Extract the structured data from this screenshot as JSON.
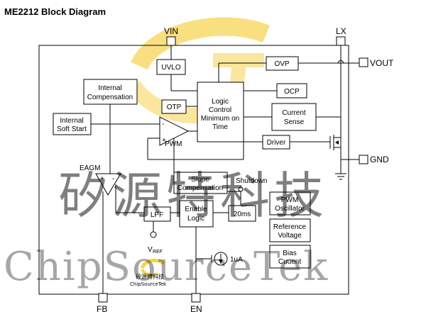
{
  "title": "ME2212 Block Diagram",
  "pins": {
    "vin": "VIN",
    "lx": "LX",
    "vout": "VOUT",
    "gnd": "GND",
    "fb": "FB",
    "en": "EN"
  },
  "blocks": {
    "uvlo": "UVLO",
    "ovp": "OVP",
    "ocp": "OCP",
    "otp": "OTP",
    "logic_control": [
      "Logic",
      "Control",
      "Minimum on",
      "Time"
    ],
    "internal_compensation": [
      "Internal",
      "Compensation"
    ],
    "internal_soft_start": [
      "Internal",
      "Soft Start"
    ],
    "current_sense": [
      "Current",
      "Sense"
    ],
    "driver": "Driver",
    "pwm_comparator": "PWM",
    "eagm": "EAGM",
    "slope_compensation": [
      "Slope",
      "Compensation"
    ],
    "shutdown": "Shutdown",
    "delay_20ms": "20ms",
    "lpf": "LPF",
    "enable_logic": [
      "Enable",
      "Logic"
    ],
    "vref": "V",
    "vref_sub": "REF",
    "current_source": "1uA",
    "pwm_oscillator": [
      "PWM",
      "Oscillator"
    ],
    "reference_voltage": [
      "Reference",
      "Voltage"
    ],
    "bias_current": [
      "Bias",
      "Cuuent"
    ],
    "comp_plus": "+",
    "comp_minus": "-"
  },
  "watermark": {
    "chinese": "矽源特科技",
    "english": "ChipSourceTek",
    "logo_cn": "矽源特科技",
    "logo_en": "ChipSourceTek"
  },
  "colors": {
    "logo_yellow": "#f6d24a",
    "line": "#000000"
  }
}
